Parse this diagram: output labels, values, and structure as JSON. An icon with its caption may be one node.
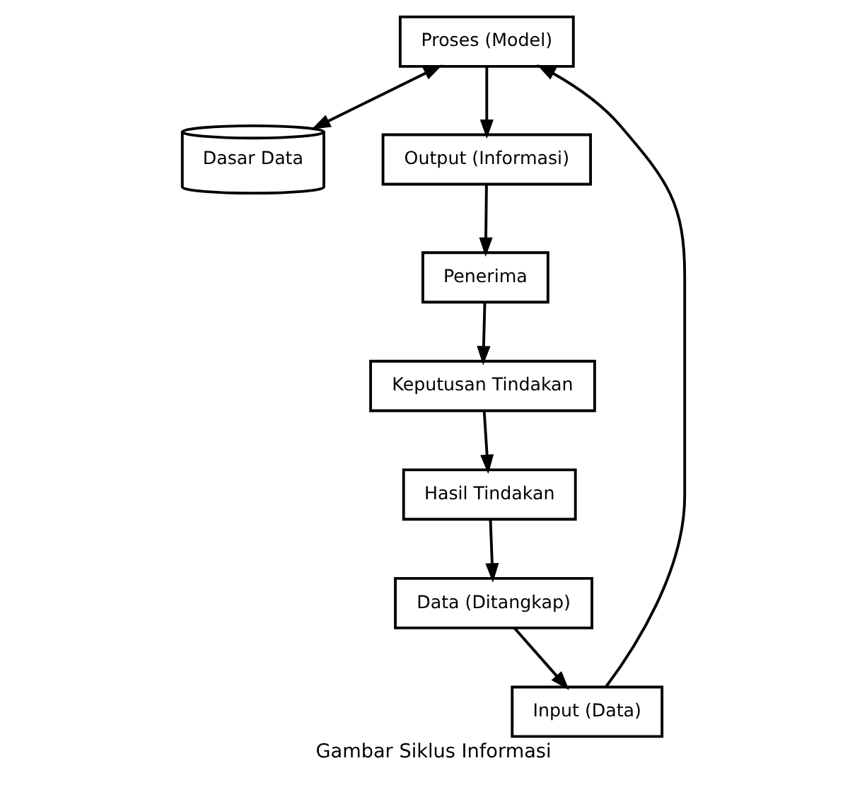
{
  "diagram": {
    "caption": "Gambar Siklus Informasi",
    "nodes": [
      {
        "text": [
          "Proses (Model)"
        ]
      },
      {
        "text": [
          "Dasar Data"
        ]
      },
      {
        "text": [
          "Output (Informasi)"
        ]
      },
      {
        "text": [
          "Penerima"
        ]
      },
      {
        "text": [
          "Keputusan Tindakan"
        ]
      },
      {
        "text": [
          "Hasil Tindakan"
        ]
      },
      {
        "text": [
          "Data (Ditangkap)"
        ]
      },
      {
        "text": [
          "Input (Data)"
        ]
      }
    ],
    "edges": [
      {
        "from": 0,
        "to": 2,
        "arrow": "to"
      },
      {
        "from": 2,
        "to": 3,
        "arrow": "to"
      },
      {
        "from": 3,
        "to": 4,
        "arrow": "to"
      },
      {
        "from": 4,
        "to": 5,
        "arrow": "to"
      },
      {
        "from": 5,
        "to": 6,
        "arrow": "to"
      },
      {
        "from": 6,
        "to": 7,
        "arrow": "to"
      },
      {
        "from": 7,
        "to": 0,
        "arrow": "to"
      },
      {
        "from": 0,
        "to": 1,
        "arrow": "both"
      }
    ]
  }
}
